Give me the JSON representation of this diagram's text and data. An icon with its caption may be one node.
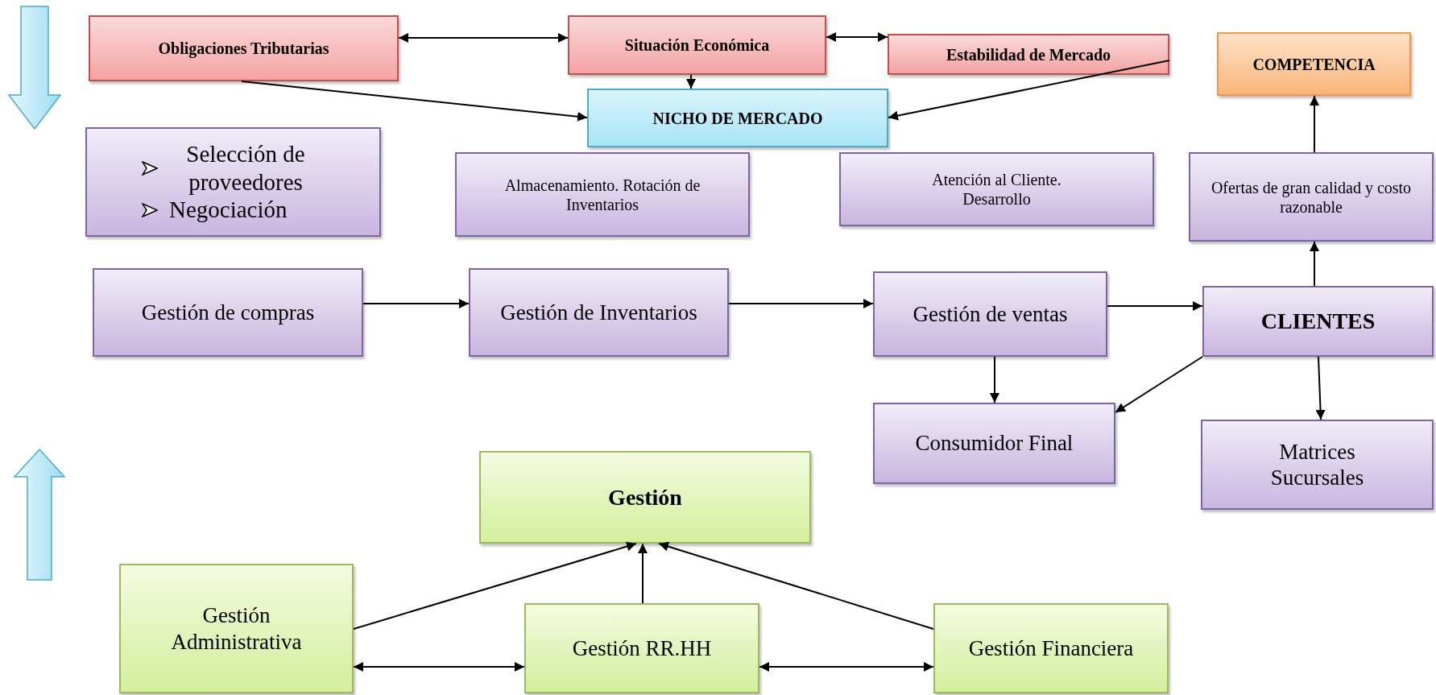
{
  "diagram": {
    "nodes": [
      {
        "text": [
          "Obligaciones Tributarias"
        ]
      },
      {
        "text": [
          "Situación Económica"
        ]
      },
      {
        "text": [
          "Estabilidad de Mercado"
        ]
      },
      {
        "text": [
          "COMPETENCIA"
        ]
      },
      {
        "text": [
          "NICHO DE MERCADO"
        ]
      },
      {
        "text": [
          "Selección de proveedores",
          "Negociación"
        ]
      },
      {
        "text": [
          "Almacenamiento. Rotación de Inventarios"
        ]
      },
      {
        "text": [
          "Atención al Cliente. Desarrollo"
        ]
      },
      {
        "text": [
          "Ofertas de gran calidad y costo razonable"
        ]
      },
      {
        "text": [
          "Gestión de compras"
        ]
      },
      {
        "text": [
          "Gestión de Inventarios"
        ]
      },
      {
        "text": [
          "Gestión de ventas"
        ]
      },
      {
        "text": [
          "CLIENTES"
        ]
      },
      {
        "text": [
          "Consumidor Final"
        ]
      },
      {
        "text": [
          "Matrices Sucursales"
        ]
      },
      {
        "text": [
          "Gestión"
        ]
      },
      {
        "text": [
          "Gestión Administrativa"
        ]
      },
      {
        "text": [
          "Gestión RR.HH"
        ]
      },
      {
        "text": [
          "Gestión Financiera"
        ]
      }
    ],
    "edges": [
      {
        "from": 0,
        "to": 1,
        "arrow": "both"
      },
      {
        "from": 1,
        "to": 2,
        "arrow": "both"
      },
      {
        "from": 0,
        "to": 4,
        "arrow": "to"
      },
      {
        "from": 1,
        "to": 4,
        "arrow": "to"
      },
      {
        "from": 2,
        "to": 4,
        "arrow": "to"
      },
      {
        "from": 9,
        "to": 10,
        "arrow": "to"
      },
      {
        "from": 10,
        "to": 11,
        "arrow": "to"
      },
      {
        "from": 11,
        "to": 12,
        "arrow": "to"
      },
      {
        "from": 11,
        "to": 13,
        "arrow": "to"
      },
      {
        "from": 12,
        "to": 13,
        "arrow": "to"
      },
      {
        "from": 12,
        "to": 14,
        "arrow": "to"
      },
      {
        "from": 12,
        "to": 8,
        "arrow": "to"
      },
      {
        "from": 8,
        "to": 3,
        "arrow": "to"
      },
      {
        "from": 16,
        "to": 15,
        "arrow": "to"
      },
      {
        "from": 17,
        "to": 15,
        "arrow": "to"
      },
      {
        "from": 18,
        "to": 15,
        "arrow": "to"
      },
      {
        "from": 16,
        "to": 17,
        "arrow": "both"
      },
      {
        "from": 17,
        "to": 18,
        "arrow": "both"
      }
    ]
  }
}
